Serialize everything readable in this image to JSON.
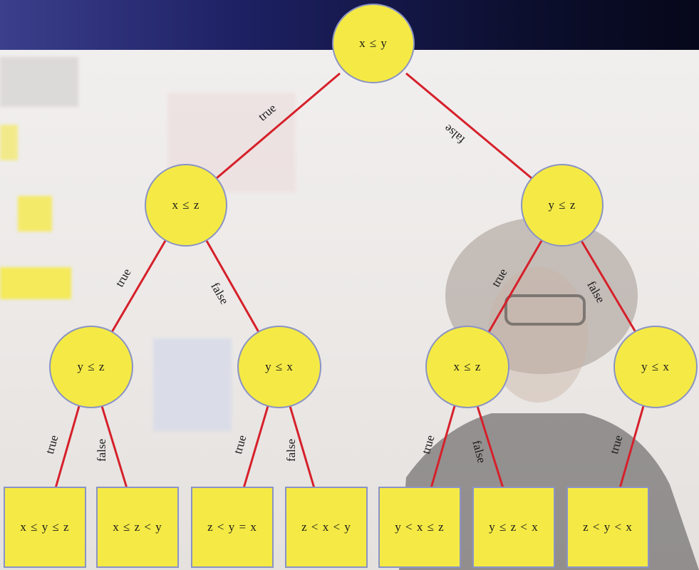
{
  "nodes": {
    "root": "x ≤ y",
    "l": "x ≤ z",
    "r": "y ≤ z",
    "ll": "y ≤ z",
    "lr": "y ≤ x",
    "rl": "x ≤ z",
    "rr": "y ≤ x"
  },
  "leaves": [
    "x ≤ y ≤ z",
    "x ≤ z < y",
    "z < y = x",
    "z < x < y",
    "y < x ≤ z",
    "y ≤ z < x",
    "z < y < x"
  ],
  "edges": {
    "true": "true",
    "false": "false"
  },
  "colors": {
    "node_fill": "#f5ea45",
    "node_border": "#8a93c4",
    "edge": "#d6202a",
    "title_bar": "#0c0f2e"
  }
}
